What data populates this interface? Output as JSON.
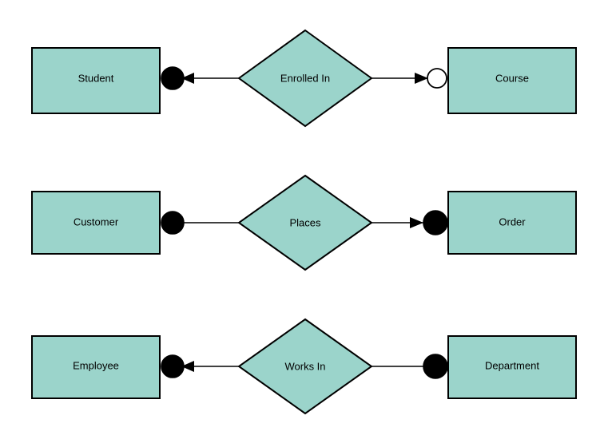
{
  "diagram": {
    "type": "entity-relationship-diagram",
    "background_color": "#FFFFFF",
    "shape_fill_color": "#9BD4CB",
    "stroke_color": "#000000",
    "text_color": "#000000",
    "relationships": [
      {
        "id": "student-enrolled-in-course",
        "left_entity": "Student",
        "relationship": "Enrolled In",
        "right_entity": "Course",
        "left_marker": "filled-circle-with-arrowhead",
        "right_marker": "hollow-circle-with-arrowhead",
        "left_arrow_direction": "left",
        "right_arrow_direction": "right"
      },
      {
        "id": "customer-places-order",
        "left_entity": "Customer",
        "relationship": "Places",
        "right_entity": "Order",
        "left_marker": "filled-circle",
        "right_marker": "filled-circle-with-arrowhead",
        "left_arrow_direction": "none",
        "right_arrow_direction": "right"
      },
      {
        "id": "employee-works-in-department",
        "left_entity": "Employee",
        "relationship": "Works In",
        "right_entity": "Department",
        "left_marker": "filled-circle-with-arrowhead",
        "right_marker": "filled-circle",
        "left_arrow_direction": "left",
        "right_arrow_direction": "none"
      }
    ]
  }
}
